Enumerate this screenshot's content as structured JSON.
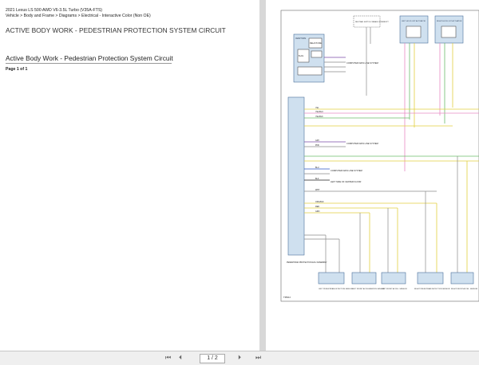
{
  "document": {
    "vehicle_title": "2021 Lexus LS 500 AWD V6-3.5L Turbo (V35A-FTS)",
    "breadcrumb": "Vehicle > Body and Frame > Diagrams > Electrical - Interactive Color (Non OE)",
    "heading": "ACTIVE BODY WORK - PEDESTRIAN PROTECTION SYSTEM CIRCUIT",
    "section_title": "Active Body Work - Pedestrian Protection System Circuit",
    "page_info": "Page 1 of 1"
  },
  "diagram": {
    "top_left_box": "IGNITION",
    "relay_labels": [
      "RELAY/FUSE",
      "B+/IG"
    ],
    "top_boxes": [
      "NEUTRAL SWITCH / BRAKE INTERRUPT",
      "LEFT HOOD LIFT ACTUATOR",
      "RIGHT HOOD LIFT ACTUATOR"
    ],
    "ecu_label": "PEDESTRIAN PROTECTION ECU ASSEMBLY",
    "bottom_boxes": [
      "LEFT PEDESTRIAN DETECTION SENSOR",
      "LEFT FRONT ACCELERATION SENSOR",
      "LEFT FRONT ACCEL. SENSOR",
      "RIGHT PEDESTRIAN DETECTION SENSOR",
      "RIGHT FRONT ACCEL. SENSOR"
    ],
    "mid_notes": [
      "COMPUTER DATA LINE SYSTEM",
      "COMPUTER DATA LINE SYSTEM",
      "COMPUTER DATA LINE SYSTEM",
      "LEFT SIDE OF CENTER FLOOR"
    ],
    "wire_labels": [
      "YEL",
      "YEL/BLU",
      "YEL/BLK",
      "GRY",
      "PNK",
      "BLU",
      "WHT",
      "BLK",
      "ORG/BLK",
      "RED",
      "GRN"
    ],
    "footer_tag": "T35614",
    "colors": {
      "yellow": "#e2cf3f",
      "green": "#6dbb6a",
      "pink": "#e98bc4",
      "purple": "#7a4aa8",
      "gray": "#8a8a8a",
      "blue": "#2b57c9",
      "box_blue": "#cfe0ef"
    }
  },
  "viewer": {
    "first_icon": "first-page-icon",
    "prev_icon": "prev-page-icon",
    "page_value": "1 / 2",
    "next_icon": "next-page-icon",
    "last_icon": "last-page-icon"
  }
}
